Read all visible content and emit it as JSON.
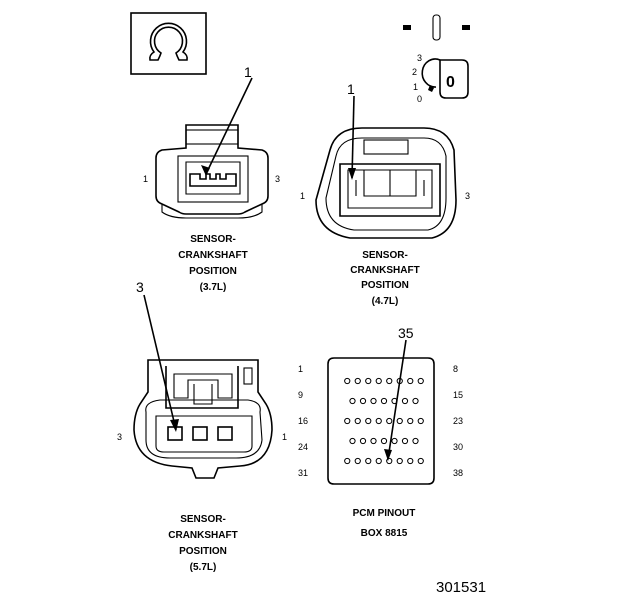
{
  "figure_number": "301531",
  "ohmmeter": {
    "icon": "ohm-symbol-icon"
  },
  "ignition_switch": {
    "icon": "ignition-key-icon",
    "position_labels": [
      "3",
      "2",
      "1",
      "0"
    ],
    "key_label": "0"
  },
  "connectors": [
    {
      "id": "ckp-37",
      "label": [
        "SENSOR-",
        "CRANKSHAFT",
        "POSITION",
        "(3.7L)"
      ],
      "left_pin": "1",
      "right_pin": "3",
      "callout": "1"
    },
    {
      "id": "ckp-47",
      "label": [
        "SENSOR-",
        "CRANKSHAFT",
        "POSITION",
        "(4.7L)"
      ],
      "left_pin": "1",
      "right_pin": "3",
      "callout": "1"
    },
    {
      "id": "ckp-57",
      "label": [
        "SENSOR-",
        "CRANKSHAFT",
        "POSITION",
        "(5.7L)"
      ],
      "left_pin": "3",
      "right_pin": "1",
      "callout": "3"
    }
  ],
  "pcm": {
    "title": "PCM PINOUT",
    "subtitle": "BOX 8815",
    "callout": "35",
    "left_row_labels": [
      "1",
      "9",
      "16",
      "24",
      "31"
    ],
    "right_row_labels": [
      "8",
      "15",
      "23",
      "30",
      "38"
    ]
  }
}
